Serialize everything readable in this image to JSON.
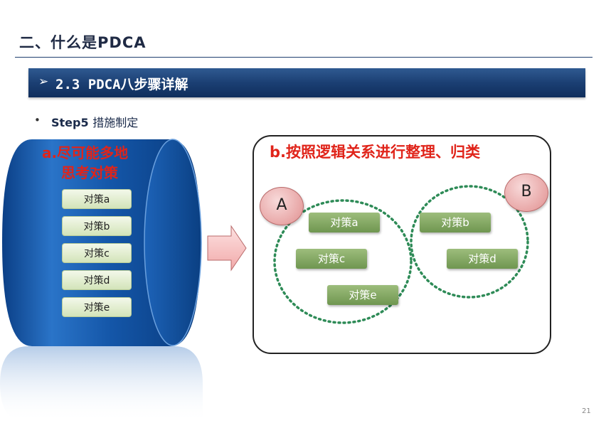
{
  "header": {
    "title": "二、什么是PDCA"
  },
  "banner": {
    "arrow": "➢",
    "text": "2.3 PDCA八步骤详解"
  },
  "bullet": {
    "dot": "•",
    "step": "Step5",
    "text": "措施制定"
  },
  "left_panel": {
    "label_line1": "a.尽可能多地",
    "label_line2": "思考对策",
    "items": [
      "对策a",
      "对策b",
      "对策c",
      "对策d",
      "对策e"
    ]
  },
  "right_panel": {
    "title": "b.按照逻辑关系进行整理、归类",
    "group_a": {
      "label": "A",
      "items": [
        "对策a",
        "对策c",
        "对策e"
      ]
    },
    "group_b": {
      "label": "B",
      "items": [
        "对策b",
        "对策d"
      ]
    }
  },
  "footer": {
    "page": "21"
  },
  "colors": {
    "accent_red": "#e0241a",
    "banner_blue": "#1b3f73",
    "cylinder_blue": "#0b4fa0"
  }
}
